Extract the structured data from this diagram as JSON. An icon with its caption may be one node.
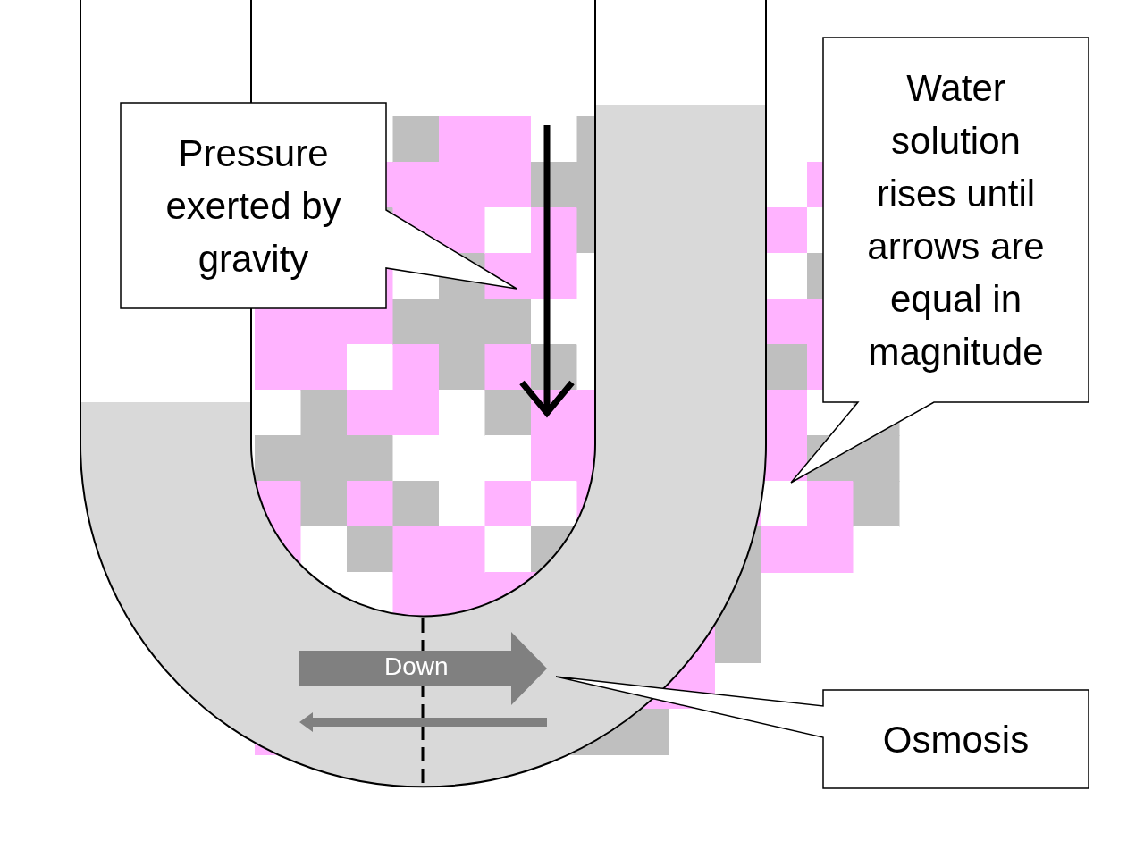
{
  "diagram": {
    "nodes": [
      {
        "text": [
          "Pressure exerted by gravity"
        ]
      },
      {
        "text": [
          "Water solution rises until arrows are equal in magnitude"
        ]
      },
      {
        "text": [
          "Osmosis"
        ]
      }
    ],
    "labels": [
      "Down"
    ]
  }
}
